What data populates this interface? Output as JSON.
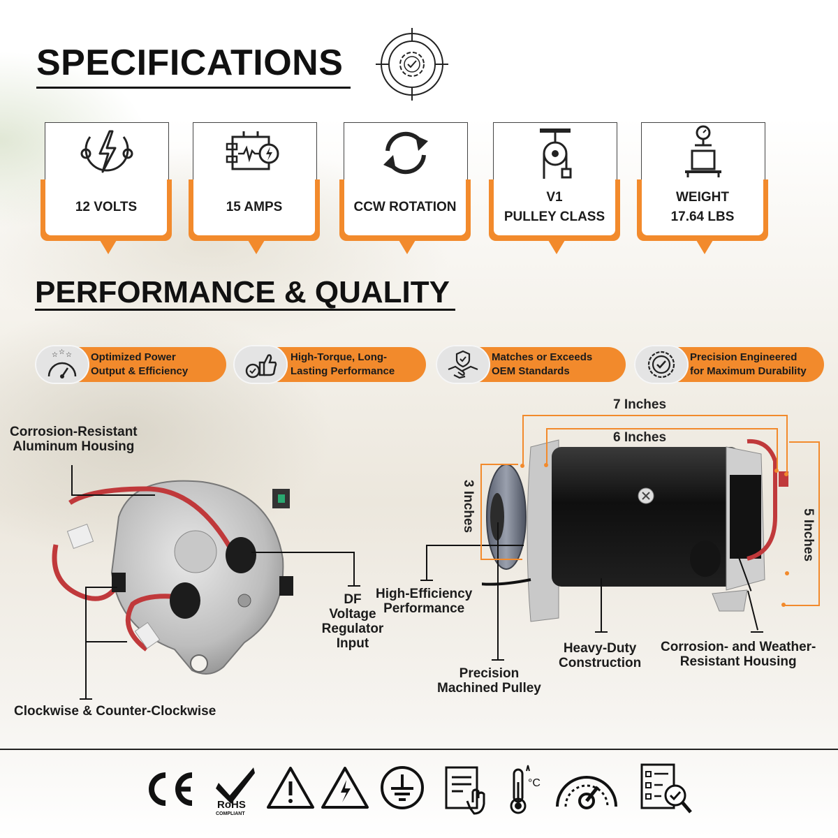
{
  "headings": {
    "specifications": "SPECIFICATIONS",
    "performance": "PERFORMANCE & QUALITY"
  },
  "specs": [
    {
      "icon": "lightning-power-icon",
      "lines": [
        "12 VOLTS"
      ]
    },
    {
      "icon": "circuit-amps-icon",
      "lines": [
        "15 AMPS"
      ]
    },
    {
      "icon": "rotation-arrows-icon",
      "lines": [
        "CCW ROTATION"
      ]
    },
    {
      "icon": "pulley-icon",
      "lines": [
        "V1",
        "PULLEY CLASS"
      ]
    },
    {
      "icon": "weight-scale-icon",
      "lines": [
        "WEIGHT",
        "17.64 LBS"
      ]
    }
  ],
  "performance_items": [
    {
      "icon": "gauge-stars-icon",
      "lines": [
        "Optimized Power",
        "Output & Efficiency"
      ]
    },
    {
      "icon": "thumbs-up-icon",
      "lines": [
        "High-Torque, Long-",
        "Lasting Performance"
      ]
    },
    {
      "icon": "handshake-shield-icon",
      "lines": [
        "Matches or Exceeds",
        "OEM Standards"
      ]
    },
    {
      "icon": "quality-badge-icon",
      "lines": [
        "Precision Engineered",
        "for Maximum Durability"
      ]
    }
  ],
  "callouts": {
    "housing": [
      "Corrosion-Resistant",
      "Aluminum Housing"
    ],
    "rotation": "Clockwise & Counter-Clockwise",
    "df_input": [
      "DF",
      "Voltage",
      "Regulator",
      "Input"
    ],
    "efficiency": [
      "High-Efficiency",
      "Performance"
    ],
    "pulley": [
      "Precision",
      "Machined Pulley"
    ],
    "construction": [
      "Heavy-Duty",
      "Construction"
    ],
    "weather": [
      "Corrosion- and Weather-",
      "Resistant Housing"
    ]
  },
  "dimensions": {
    "length_total": "7 Inches",
    "length_body": "6 Inches",
    "height": "5 Inches",
    "pulley_diameter": "3 Inches"
  },
  "certifications": [
    {
      "icon": "ce-mark-icon",
      "text": "CE"
    },
    {
      "icon": "rohs-compliant-icon",
      "text": "RoHS",
      "subtext": "COMPLIANT"
    },
    {
      "icon": "warning-triangle-icon"
    },
    {
      "icon": "electric-hazard-icon"
    },
    {
      "icon": "ground-symbol-icon"
    },
    {
      "icon": "manual-touch-icon"
    },
    {
      "icon": "temperature-icon",
      "text": "°C"
    },
    {
      "icon": "performance-gauge-icon"
    },
    {
      "icon": "inspection-checklist-icon"
    }
  ],
  "colors": {
    "accent": "#f28a2c",
    "text": "#111111"
  }
}
